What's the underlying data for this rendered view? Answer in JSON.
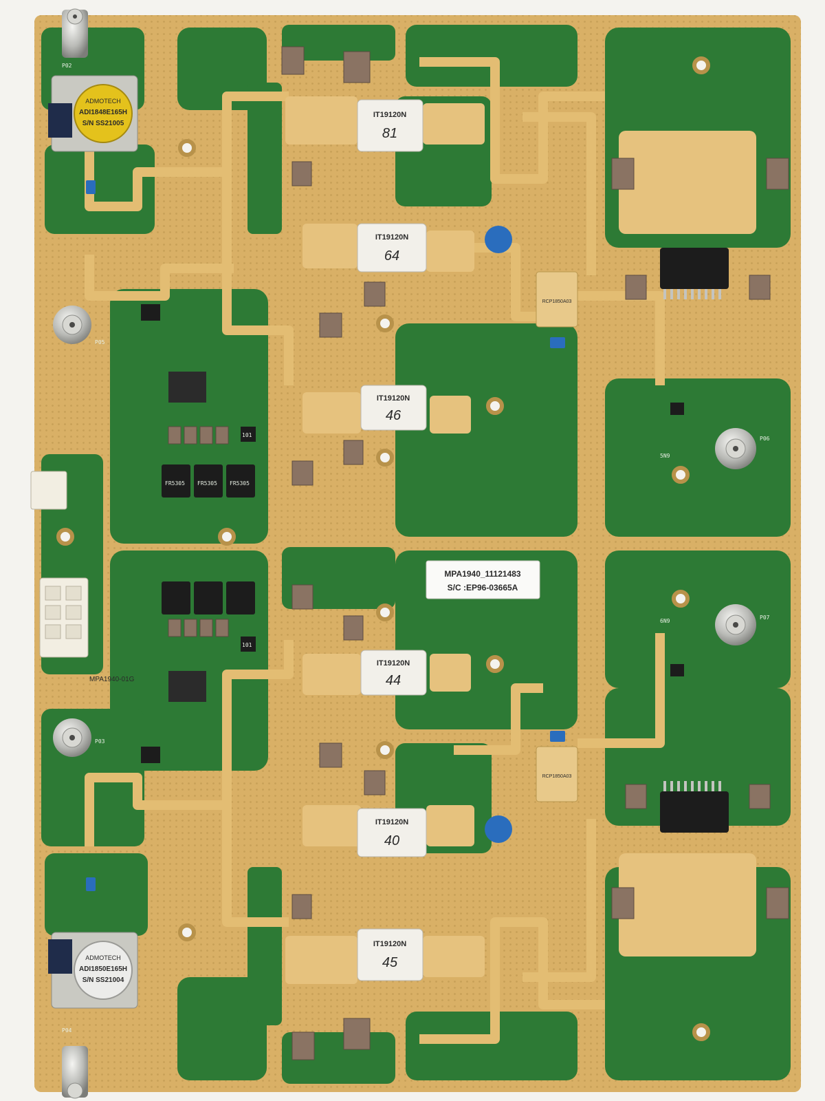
{
  "colors": {
    "background": "#f4f3ef",
    "copper": "#d9b066",
    "copper_light": "#e8c98a",
    "mask_green": "#2d7a35",
    "mask_green_dark": "#1f5e27",
    "transistor_body": "#f2f0ea",
    "capacitor": "#8a7363",
    "ic_black": "#1c1c1c",
    "blue_dot": "#2a6dbd",
    "connector_silver": "#b9bab6"
  },
  "isolators": [
    {
      "brand": "ADMOTECH",
      "model": "ADI1848E165H",
      "serial": "S/N SS21005"
    },
    {
      "brand": "ADMOTECH",
      "model": "ADI1850E165H",
      "serial": "S/N SS21004"
    }
  ],
  "transistors": [
    {
      "part": "IT19120N",
      "handwritten": "81"
    },
    {
      "part": "IT19120N",
      "handwritten": "64"
    },
    {
      "part": "IT19120N",
      "handwritten": "46"
    },
    {
      "part": "IT19120N",
      "handwritten": "44"
    },
    {
      "part": "IT19120N",
      "handwritten": "40"
    },
    {
      "part": "IT19120N",
      "handwritten": "45"
    }
  ],
  "label_sticker": {
    "line1": "MPA1940_11121483",
    "line2": "S/C :EP96-03665A"
  },
  "board_marking": "MPA1940-01G",
  "port_labels": [
    "P02",
    "P05",
    "P03",
    "P04",
    "P06",
    "P07"
  ],
  "couplers": [
    "RCP1850A03",
    "RCP1850A03"
  ],
  "inductor_marks": [
    "101",
    "101"
  ],
  "smd_rows": [
    "FR5305",
    "FR5305",
    "FR5305"
  ],
  "sma_small": [
    "5N9",
    "6N9"
  ]
}
